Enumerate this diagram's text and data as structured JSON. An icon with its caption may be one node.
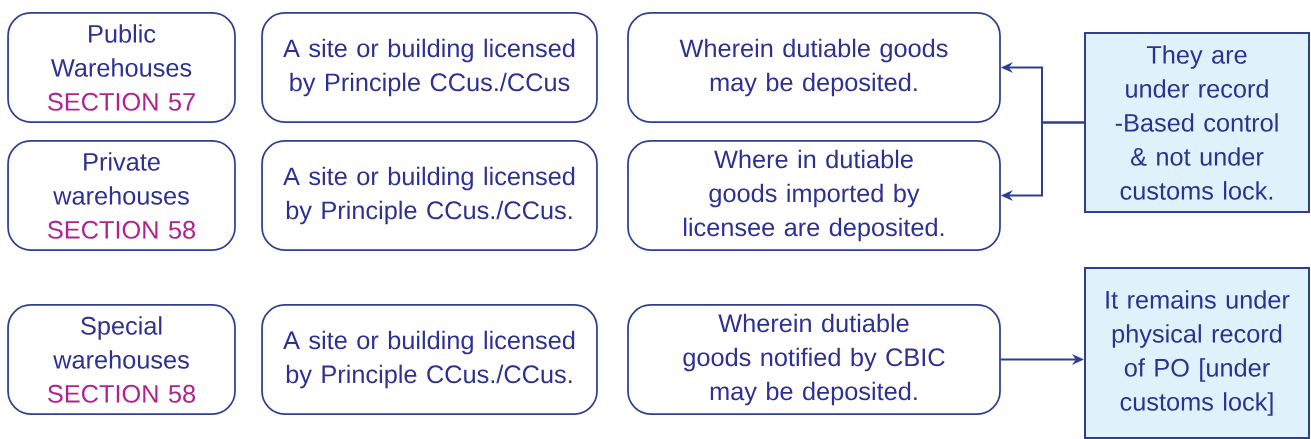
{
  "diagram": {
    "nodes": [
      {
        "text": [
          "Public Warehouses",
          "SECTION 57"
        ]
      },
      {
        "text": [
          "A site or building licensed by Principle CCus./CCus"
        ]
      },
      {
        "text": [
          "Wherein dutiable goods may be deposited."
        ]
      },
      {
        "text": [
          "They are under record -Based control & not under customs lock."
        ]
      },
      {
        "text": [
          "Private warehouses",
          "SECTION 58"
        ]
      },
      {
        "text": [
          "A site or building licensed by Principle CCus./CCus."
        ]
      },
      {
        "text": [
          "Where in dutiable goods imported by licensee are deposited."
        ]
      },
      {
        "text": [
          "Special warehouses",
          "SECTION 58"
        ]
      },
      {
        "text": [
          "A site or building licensed by Principle CCus./CCus."
        ]
      },
      {
        "text": [
          "Wherein dutiable goods notified by CBIC may be deposited."
        ]
      },
      {
        "text": [
          "It remains under physical record of PO [under customs lock]"
        ]
      }
    ],
    "edges": [
      {
        "from": 3,
        "to": 2,
        "arrow": "to"
      },
      {
        "from": 3,
        "to": 6,
        "arrow": "to"
      },
      {
        "from": 9,
        "to": 10,
        "arrow": "to"
      }
    ]
  }
}
